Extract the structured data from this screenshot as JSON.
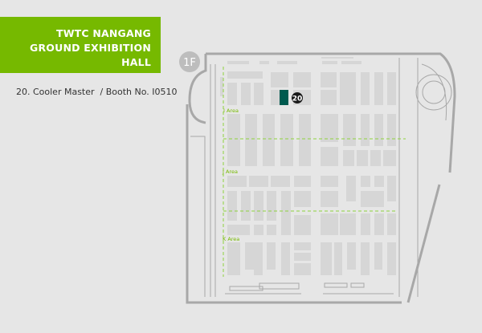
{
  "header": {
    "line1": "TWTC NANGANG",
    "line2": "GROUND EXHIBITION HALL"
  },
  "caption": "20. Cooler Master  / Booth No. I0510",
  "floor_badge": "1F",
  "areas": [
    "I Area",
    "J Area",
    "K Area"
  ],
  "highlight": {
    "number": "20",
    "color": "#005a4f"
  },
  "colors": {
    "brand": "#76b900",
    "booth": "#d6d6d6",
    "wall": "#a8a8a8"
  }
}
